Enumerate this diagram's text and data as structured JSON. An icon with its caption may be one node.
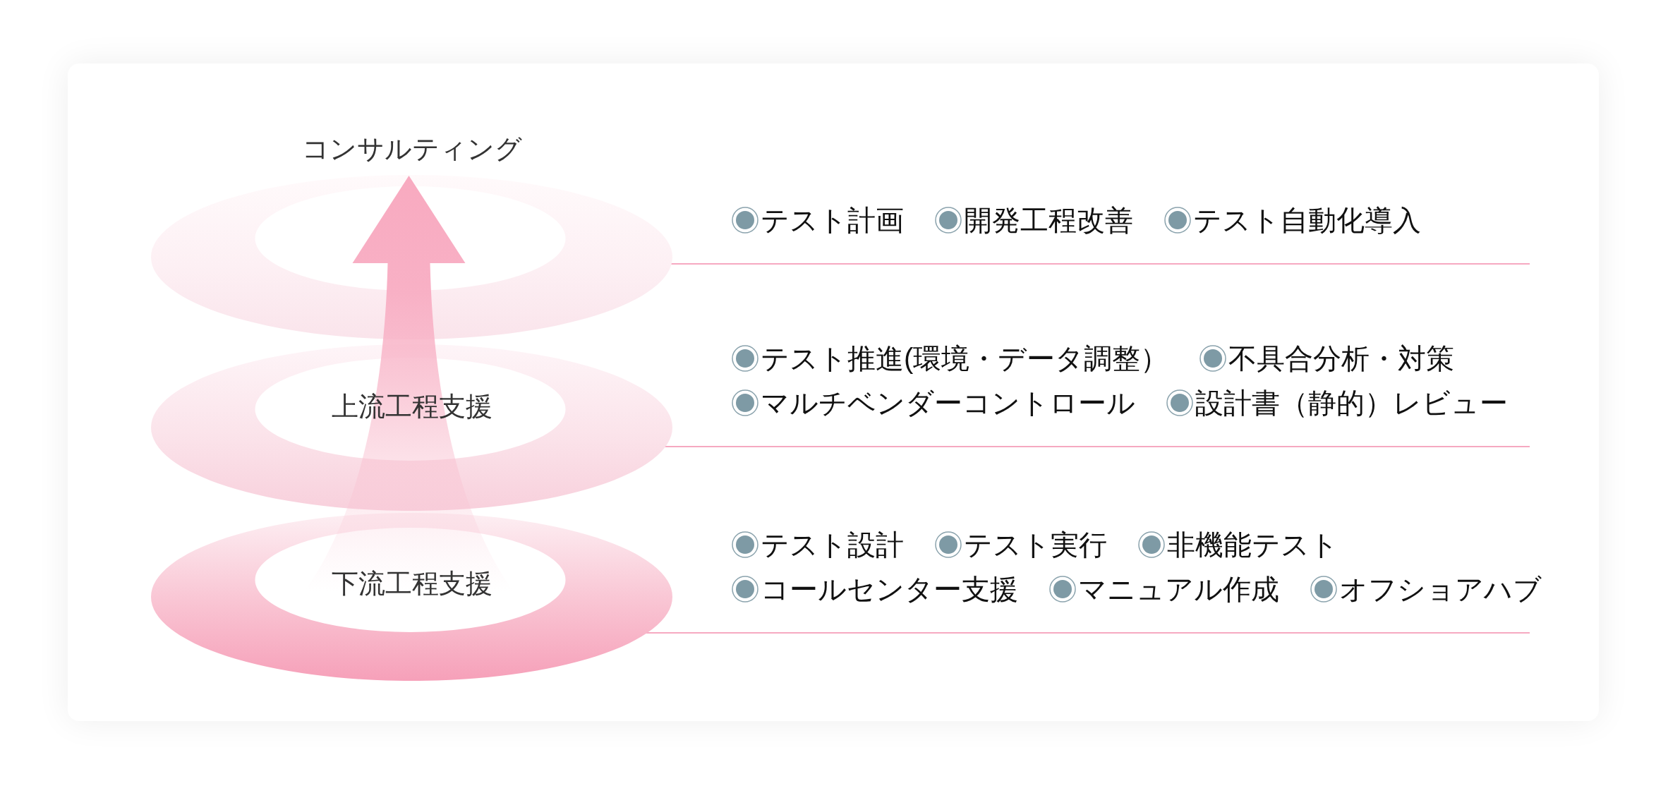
{
  "diagram": {
    "nodes": [
      {
        "text": [
          "コンサルティング"
        ],
        "beside": [
          "テスト計画",
          "開発工程改善",
          "テスト自動化導入"
        ]
      },
      {
        "text": [
          "上流工程支援"
        ],
        "beside": [
          "テスト推進(環境・データ調整）",
          "不具合分析・対策",
          "マルチベンダーコントロール",
          "設計書（静的）レビュー"
        ]
      },
      {
        "text": [
          "下流工程支援"
        ],
        "beside": [
          "テスト設計",
          "テスト実行",
          "非機能テスト",
          "コールセンター支援",
          "マニュアル作成",
          "オフショアハブ"
        ]
      }
    ],
    "edges": [
      {
        "from": 2,
        "to": 0,
        "arrow": "to"
      }
    ]
  }
}
